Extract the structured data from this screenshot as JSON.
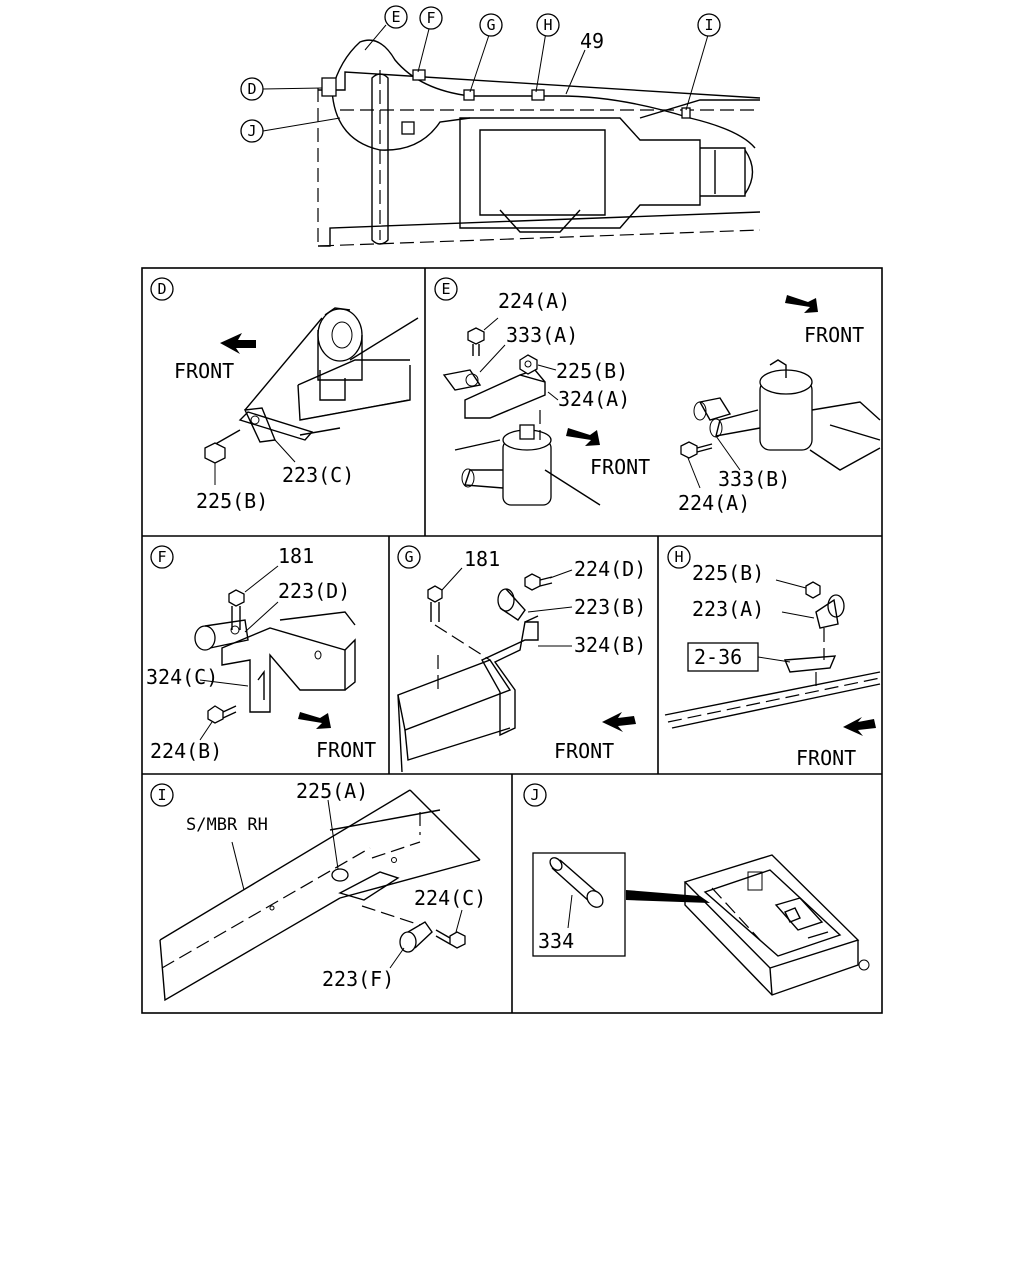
{
  "overview": {
    "callouts": {
      "D": "D",
      "E": "E",
      "F": "F",
      "G": "G",
      "H": "H",
      "I": "I",
      "J": "J"
    },
    "part_49": "49"
  },
  "panel_d": {
    "letter": "D",
    "front": "FRONT",
    "labels": {
      "p223c": "223(C)",
      "p225b": "225(B)"
    }
  },
  "panel_e": {
    "letter": "E",
    "front_1": "FRONT",
    "front_2": "FRONT",
    "labels": {
      "p224a_top": "224(A)",
      "p333a": "333(A)",
      "p225b": "225(B)",
      "p324a": "324(A)",
      "p333b": "333(B)",
      "p224a_bottom": "224(A)"
    }
  },
  "panel_f": {
    "letter": "F",
    "front": "FRONT",
    "labels": {
      "p181": "181",
      "p223d": "223(D)",
      "p324c": "324(C)",
      "p224b": "224(B)"
    }
  },
  "panel_g": {
    "letter": "G",
    "front": "FRONT",
    "labels": {
      "p181": "181",
      "p224d": "224(D)",
      "p223b": "223(B)",
      "p324b": "324(B)"
    }
  },
  "panel_h": {
    "letter": "H",
    "front": "FRONT",
    "labels": {
      "p225b": "225(B)",
      "p223a": "223(A)",
      "ref": "2-36"
    }
  },
  "panel_i": {
    "letter": "I",
    "member": "S/MBR RH",
    "labels": {
      "p225a": "225(A)",
      "p224c": "224(C)",
      "p223f": "223(F)"
    }
  },
  "panel_j": {
    "letter": "J",
    "labels": {
      "p334": "334"
    }
  }
}
